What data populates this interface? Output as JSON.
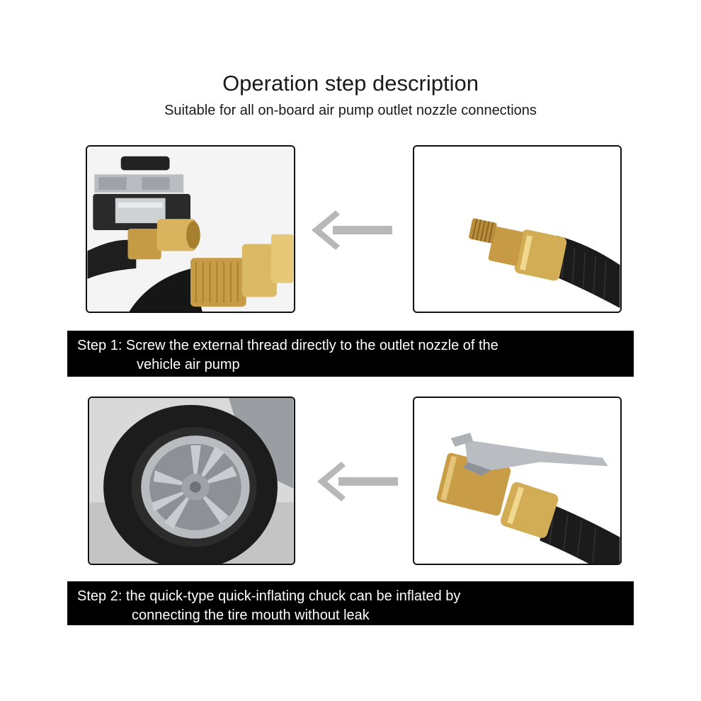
{
  "header": {
    "title": "Operation step description",
    "subtitle": "Suitable for all on-board air pump outlet nozzle connections"
  },
  "steps": [
    {
      "line1": "Step 1: Screw the external thread directly to the outlet nozzle of the",
      "line2": "vehicle air pump",
      "left_image": "air-compressor-with-brass-fitting",
      "right_image": "brass-threaded-hose-connector",
      "arrow": "arrow-left-icon"
    },
    {
      "line1": "Step 2: the quick-type quick-inflating chuck can be inflated by",
      "line2": "connecting the tire mouth without leak",
      "left_image": "car-tire-with-alloy-wheel",
      "right_image": "brass-lever-air-chuck",
      "arrow": "arrow-left-icon"
    }
  ],
  "colors": {
    "banner_bg": "#000000",
    "brass": "#c9a24a",
    "hose": "#1b1b1b",
    "arrow": "#b8b8b8"
  }
}
